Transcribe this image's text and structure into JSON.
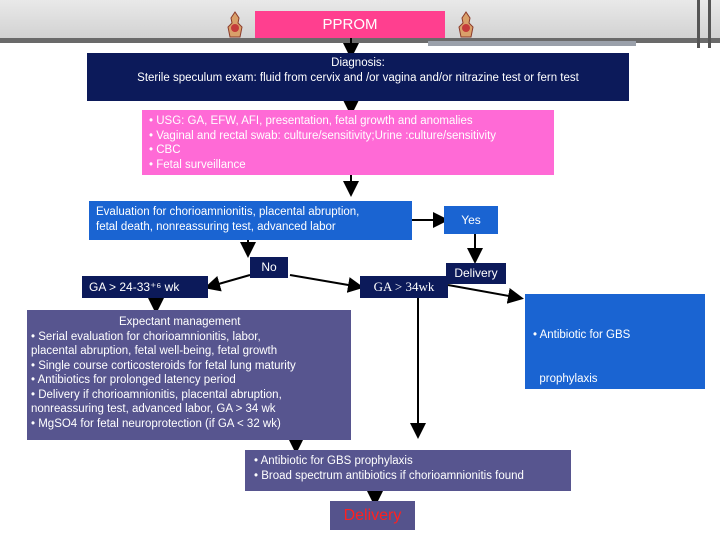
{
  "title": "PPROM",
  "diagnosis": {
    "heading": "Diagnosis:",
    "text": "Sterile speculum exam: fluid from cervix and /or vagina and/or nitrazine test or fern test"
  },
  "workup": [
    "• USG: GA, EFW, AFI, presentation, fetal growth and anomalies",
    "• Vaginal and rectal swab: culture/sensitivity;Urine :culture/sensitivity",
    "• CBC",
    "• Fetal surveillance"
  ],
  "evaluation": {
    "line1": "Evaluation for chorioamnionitis, placental abruption,",
    "line2": "fetal death, nonreassuring test, advanced labor"
  },
  "yes_label": "Yes",
  "no_label": "No",
  "delivery_small": "Delivery",
  "ga_label_left": "GA > 24-33⁺⁶ wk",
  "ga_label_right": "GA > 34wk",
  "delivery_right": [
    "• Antibiotic for GBS",
    "  prophylaxis",
    "• Broad spectrum antibiotics",
    "  if chorioamnionitis found"
  ],
  "expectant": [
    "Expectant management",
    "• Serial evaluation for chorioamnionitis, labor,",
    "placental abruption, fetal well-being, fetal growth",
    "• Single course corticosteroids for fetal lung maturity",
    "• Antibiotics for prolonged latency period",
    "• Delivery if chorioamnionitis, placental abruption,",
    "nonreassuring test, advanced labor, GA > 34 wk",
    "• MgSO4 for fetal neuroprotection (if GA < 32 wk)"
  ],
  "bottom_box": [
    "• Antibiotic for GBS prophylaxis",
    "• Broad spectrum antibiotics if chorioamnionitis found"
  ],
  "final_delivery": "Delivery",
  "colors": {
    "title_pink": "#ff3f8f",
    "navy": "#0c1a5a",
    "pink_box": "#ff6ad6",
    "blue_box": "#1a64d2",
    "purple_box": "#57558f",
    "final_delivery_text": "#ff2020"
  },
  "icons": [
    "seal-icon-left",
    "seal-icon-right"
  ]
}
